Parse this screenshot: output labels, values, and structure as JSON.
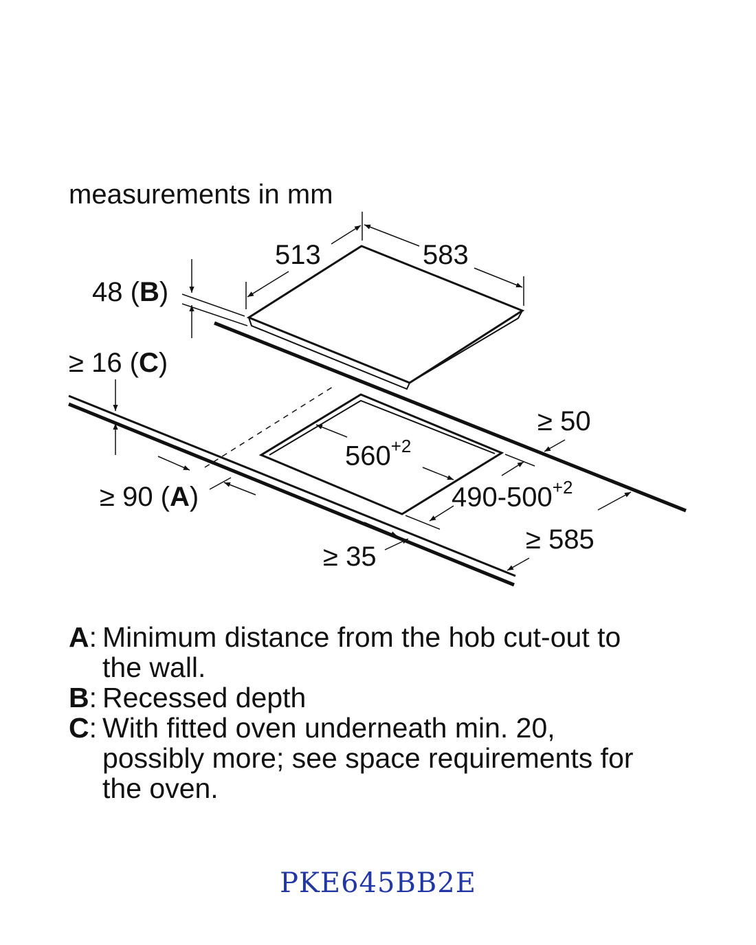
{
  "units_caption": "measurements in mm",
  "dimensions": {
    "hob_depth": "513",
    "hob_width": "583",
    "recess_depth": "48",
    "recess_key": "B",
    "oven_gap_prefix": "≥ 16",
    "oven_gap_key": "C",
    "cutout_width": "560",
    "cutout_width_tol": "+2",
    "cutout_depth": "490-500",
    "cutout_depth_tol": "+2",
    "wall_distance_prefix": "≥ 90",
    "wall_distance_key": "A",
    "rear_distance": "≥ 50",
    "worktop_depth": "≥ 585",
    "front_distance": "≥ 35"
  },
  "legend": [
    {
      "key": "A",
      "text": "Minimum distance from the hob cut-out to the wall."
    },
    {
      "key": "B",
      "text": "Recessed depth"
    },
    {
      "key": "C",
      "text": "With fitted oven underneath min. 20, possibly more; see space requirements for the oven."
    }
  ],
  "model": "PKE645BB2E",
  "colors": {
    "lines": "#111111",
    "model_text": "#2237a6"
  }
}
